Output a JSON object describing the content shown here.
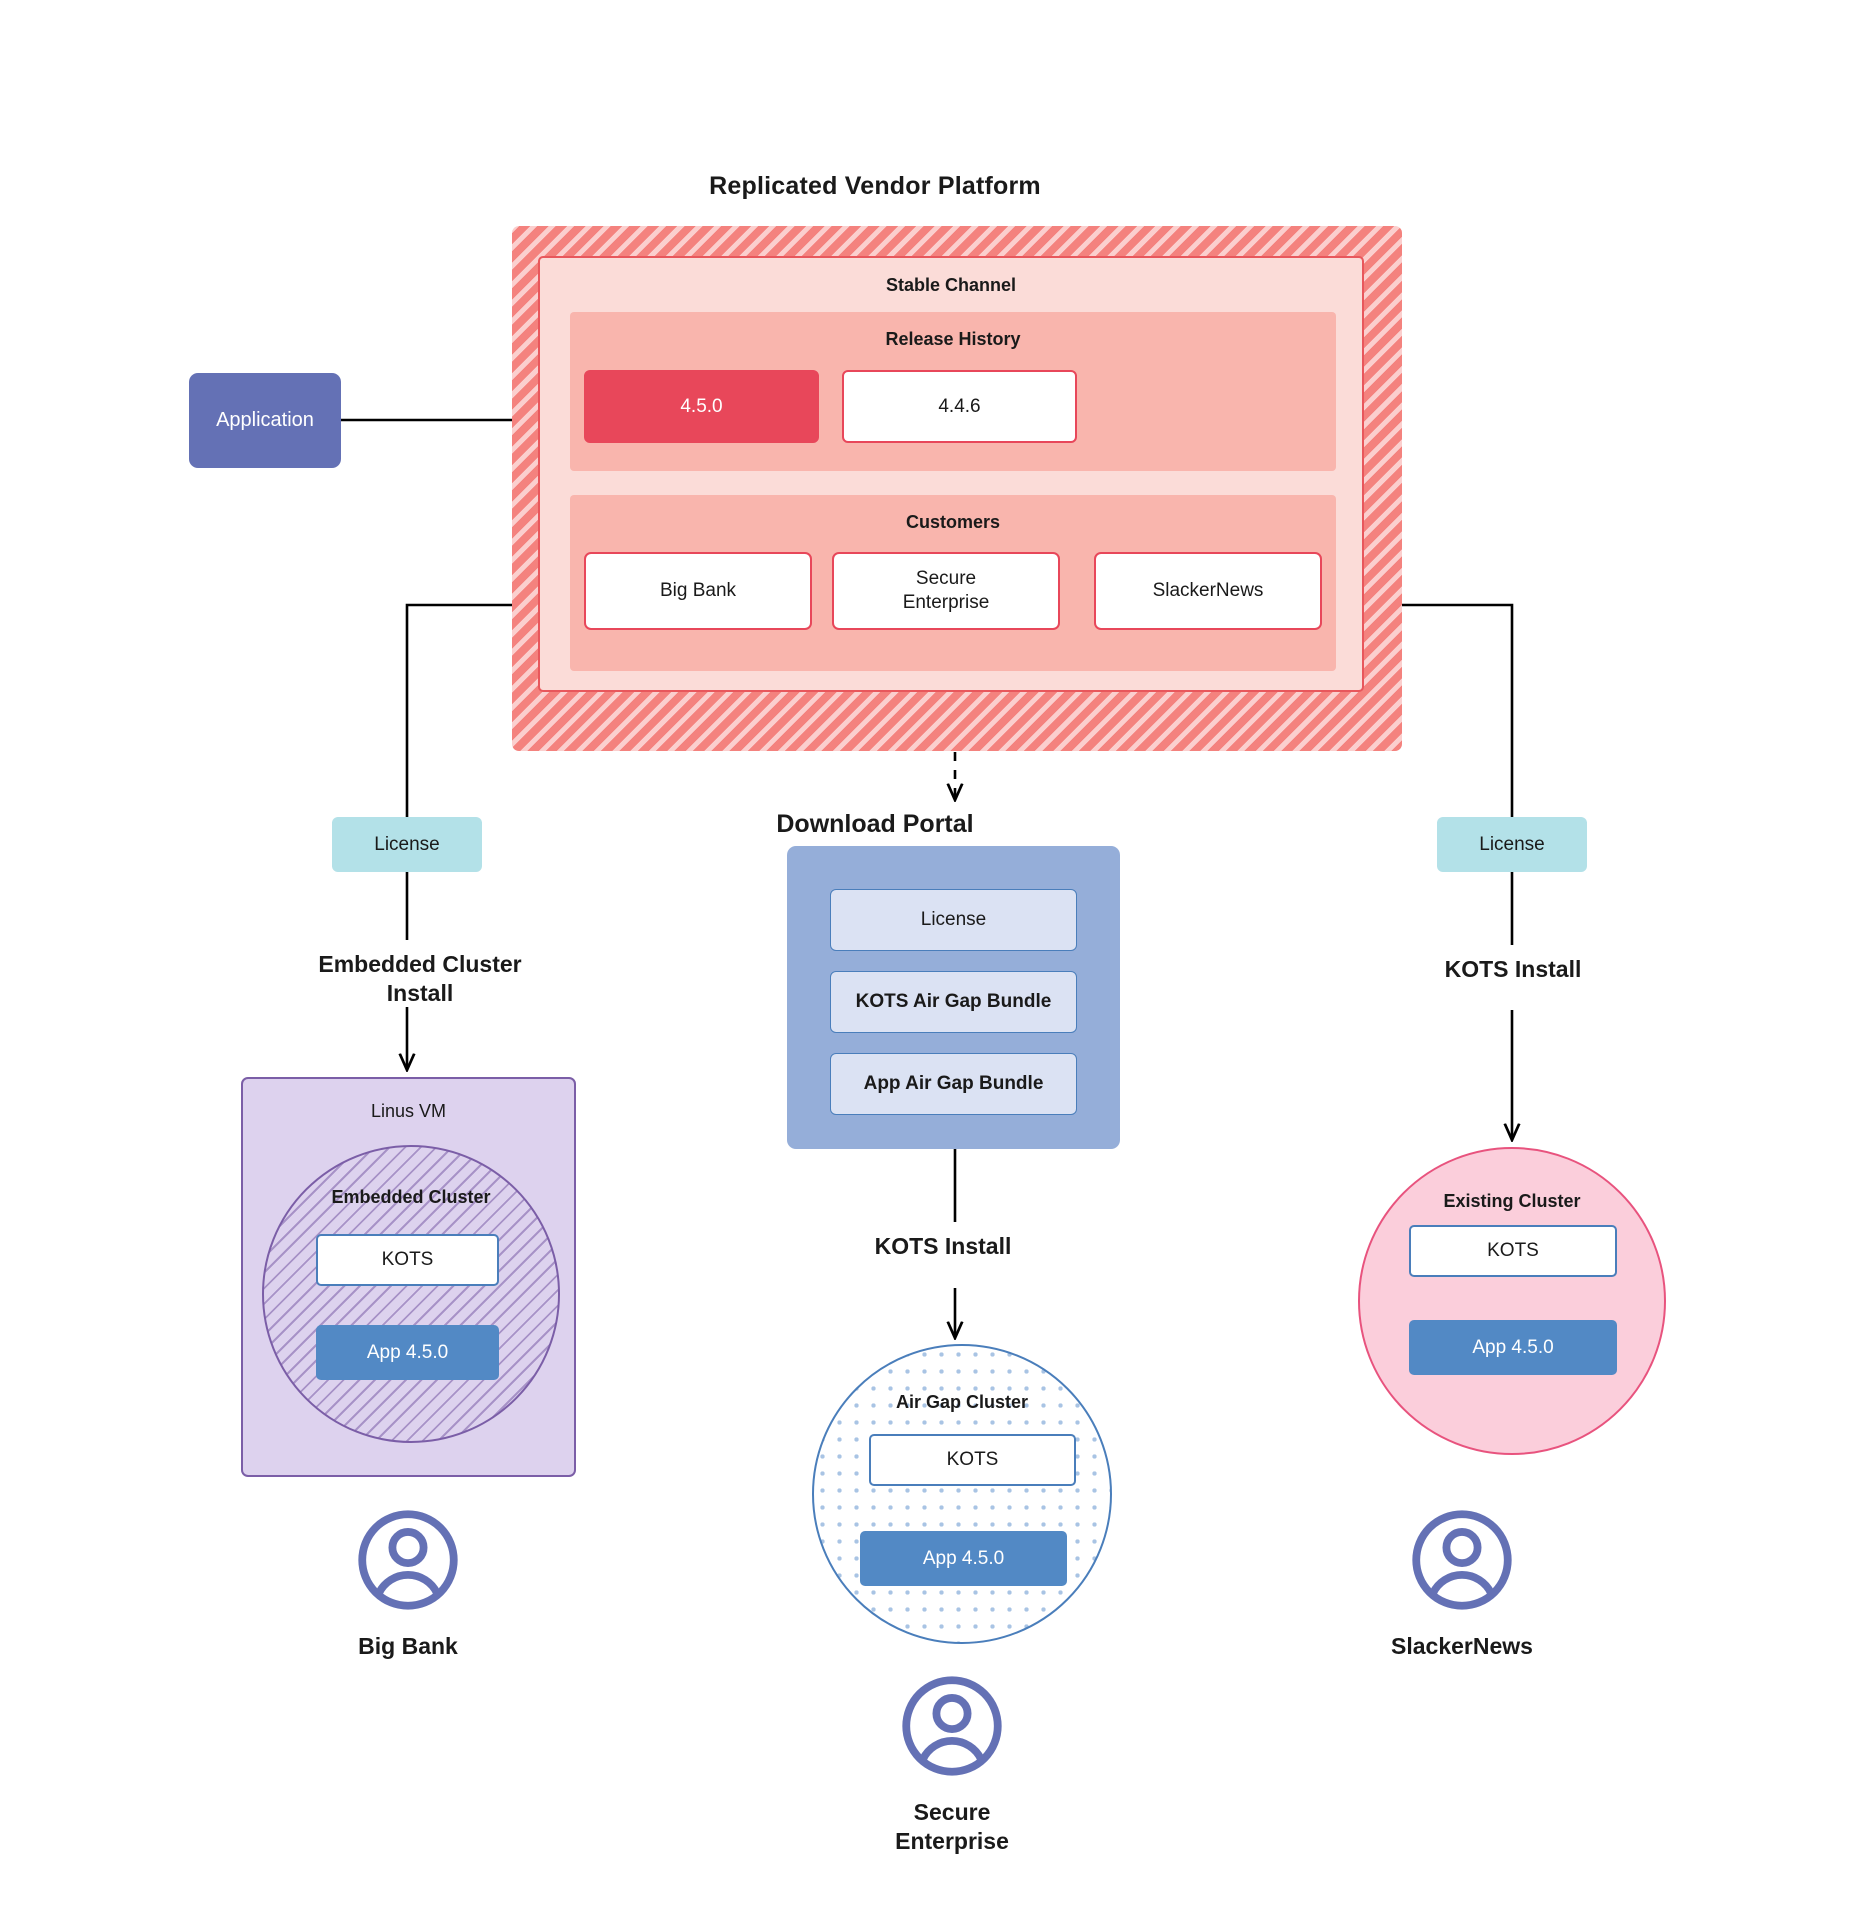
{
  "diagram": {
    "title": "Replicated Vendor Platform",
    "download_portal_title": "Download  Portal"
  },
  "vendor_platform": {
    "stable_channel": {
      "title": "Stable Channel",
      "release_history": {
        "title": "Release History",
        "releases": [
          {
            "version": "4.5.0",
            "state": "current"
          },
          {
            "version": "4.4.6",
            "state": "previous"
          }
        ]
      },
      "customers": {
        "title": "Customers",
        "items": [
          {
            "name": "Big Bank"
          },
          {
            "name": "Secure\nEnterprise"
          },
          {
            "name": "SlackerNews"
          }
        ]
      }
    }
  },
  "application": {
    "label": "Application"
  },
  "licenses": {
    "left_label": "License",
    "right_label": "License"
  },
  "edge_labels": {
    "embedded_cluster_install": "Embedded Cluster\nInstall",
    "kots_install_middle": "KOTS Install",
    "kots_install_right": "KOTS Install"
  },
  "download_portal": {
    "items": [
      {
        "label": "License"
      },
      {
        "label": "KOTS Air Gap Bundle"
      },
      {
        "label": "App Air Gap Bundle"
      }
    ]
  },
  "clusters": {
    "linus_vm": {
      "title": "Linus VM",
      "embedded_cluster": {
        "title": "Embedded Cluster",
        "kots": "KOTS",
        "app": "App 4.5.0"
      }
    },
    "air_gap_cluster": {
      "title": "Air Gap Cluster",
      "kots": "KOTS",
      "app": "App 4.5.0"
    },
    "existing_cluster": {
      "title": "Existing Cluster",
      "kots": "KOTS",
      "app": "App 4.5.0"
    }
  },
  "people": [
    {
      "name": "Big Bank"
    },
    {
      "name": "Secure\nEnterprise"
    },
    {
      "name": "SlackerNews"
    }
  ],
  "colors": {
    "vendor_platform_hatch": "#f4827e",
    "channel_panel": "#fbdcd8",
    "inner_panel": "#f9b5ad",
    "release_border": "#e8475a",
    "current_release": "#e8475a",
    "application": "#6471b5",
    "license": "#b3e1e8",
    "download_portal": "#95aed9",
    "download_item": "#dbe2f3",
    "kots_border": "#4a7ebb",
    "app_box": "#5289c5",
    "linus_vm": "#ddd2ee",
    "linus_vm_border": "#7b5ea7",
    "existing_cluster": "#fbcedb",
    "existing_cluster_border": "#e8537e",
    "avatar": "#6471b5"
  }
}
